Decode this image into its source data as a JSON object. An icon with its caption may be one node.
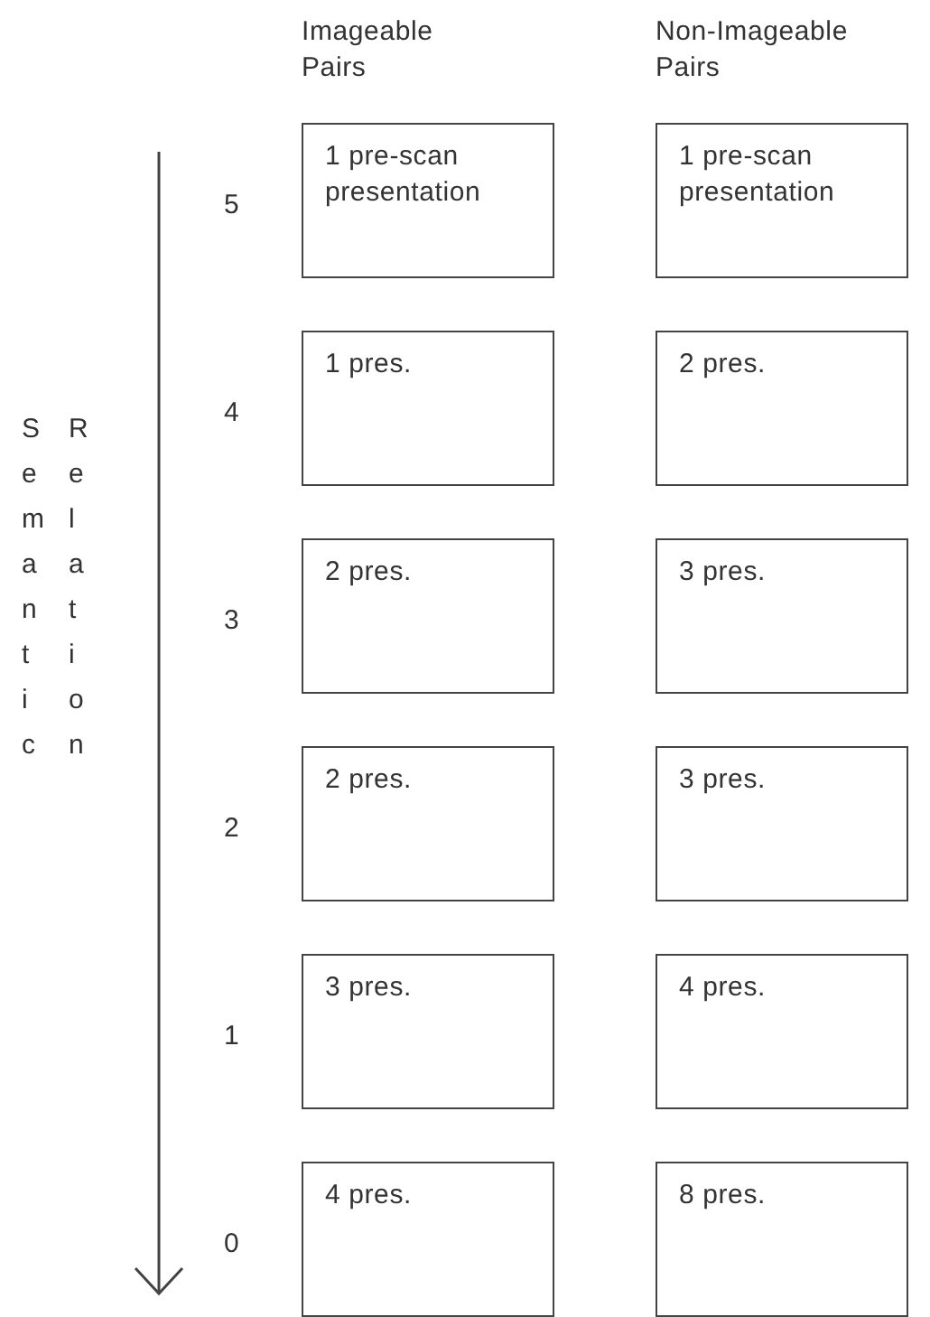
{
  "diagram": {
    "nodes": [
      {
        "text": [
          "1 pre-scan presentation"
        ]
      },
      {
        "text": [
          "1 pre-scan presentation"
        ]
      },
      {
        "text": [
          "1 pres."
        ]
      },
      {
        "text": [
          "2 pres."
        ]
      },
      {
        "text": [
          "2 pres."
        ]
      },
      {
        "text": [
          "3 pres."
        ]
      },
      {
        "text": [
          "2 pres."
        ]
      },
      {
        "text": [
          "3 pres."
        ]
      },
      {
        "text": [
          "3 pres."
        ]
      },
      {
        "text": [
          "4 pres."
        ]
      },
      {
        "text": [
          "4 pres."
        ]
      },
      {
        "text": [
          "8 pres."
        ]
      }
    ],
    "edges": [],
    "labels": [
      "Imageable Pairs",
      "Non-Imageable Pairs",
      "Semantic",
      "Relation",
      "5",
      "4",
      "3",
      "2",
      "1",
      "0"
    ]
  }
}
